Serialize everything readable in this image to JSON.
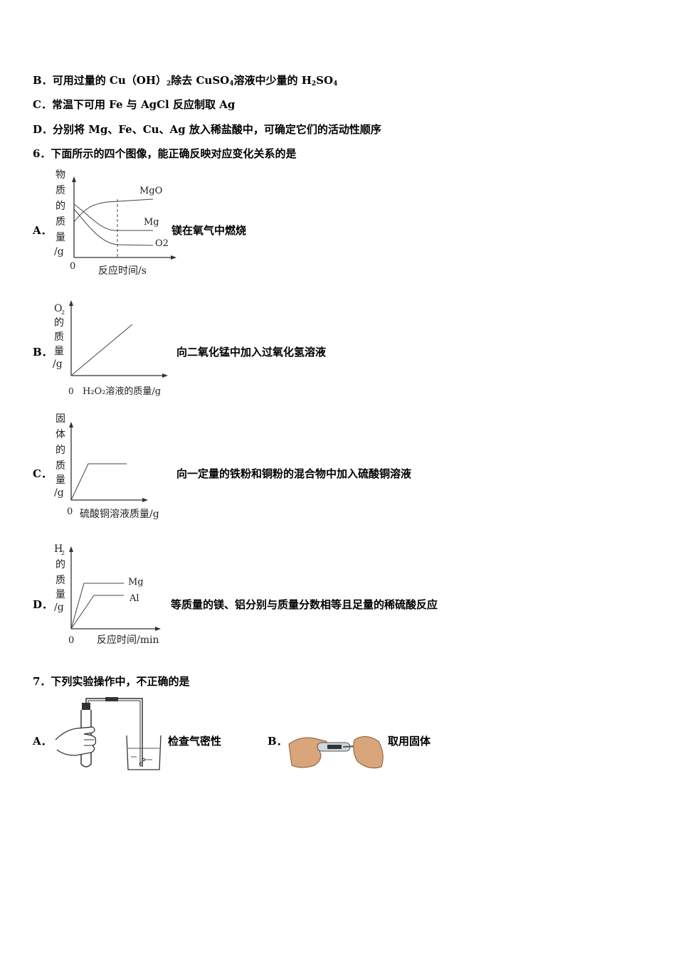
{
  "q5": {
    "B": {
      "label": "B．",
      "t1": "可用过量的 Cu（OH）",
      "s1": "2",
      "t2": "除去 CuSO",
      "s2": "4",
      "t3": "溶液中少量的 H",
      "s3": "2",
      "t4": "SO",
      "s4": "4"
    },
    "C": {
      "label": "C．",
      "text": "常温下可用 Fe 与 AgCl 反应制取 Ag"
    },
    "D": {
      "label": "D．",
      "text": "分别将 Mg、Fe、Cu、Ag 放入稀盐酸中，可确定它们的活动性顺序"
    }
  },
  "q6": {
    "stem": "6．下面所示的四个图像，能正确反映对应变化关系的是",
    "options": [
      {
        "label": "A．",
        "desc": "镁在氧气中燃烧",
        "ylabel": [
          "物",
          "质",
          "的",
          "质",
          "量",
          "/g"
        ],
        "xlabel": "反应时间/s",
        "origin": "0",
        "series": [
          "MgO",
          "Mg",
          "O2"
        ]
      },
      {
        "label": "B．",
        "desc": "向二氧化锰中加入过氧化氢溶液",
        "ylabel_top": "O",
        "ylabel_sub": "2",
        "ylabel": [
          "的",
          "质",
          "量",
          "/g"
        ],
        "xlabel": "H₂O₂溶液的质量/g",
        "origin": "0"
      },
      {
        "label": "C．",
        "desc": "向一定量的铁粉和铜粉的混合物中加入硫酸铜溶液",
        "ylabel": [
          "固",
          "体",
          "的",
          "质",
          "量",
          "/g"
        ],
        "xlabel": "硫酸铜溶液质量/g",
        "origin": "0"
      },
      {
        "label": "D．",
        "desc": "等质量的镁、铝分别与质量分数相等且足量的稀硫酸反应",
        "ylabel_top": "H",
        "ylabel_sub": "2",
        "ylabel": [
          "的",
          "质",
          "量",
          "/g"
        ],
        "xlabel": "反应时间/min",
        "origin": "0",
        "series": [
          "Mg",
          "Al"
        ]
      }
    ]
  },
  "q7": {
    "stem": "7．下列实验操作中，不正确的是",
    "options": [
      {
        "label": "A．",
        "desc": "检查气密性"
      },
      {
        "label": "B．",
        "desc": "取用固体"
      }
    ]
  }
}
